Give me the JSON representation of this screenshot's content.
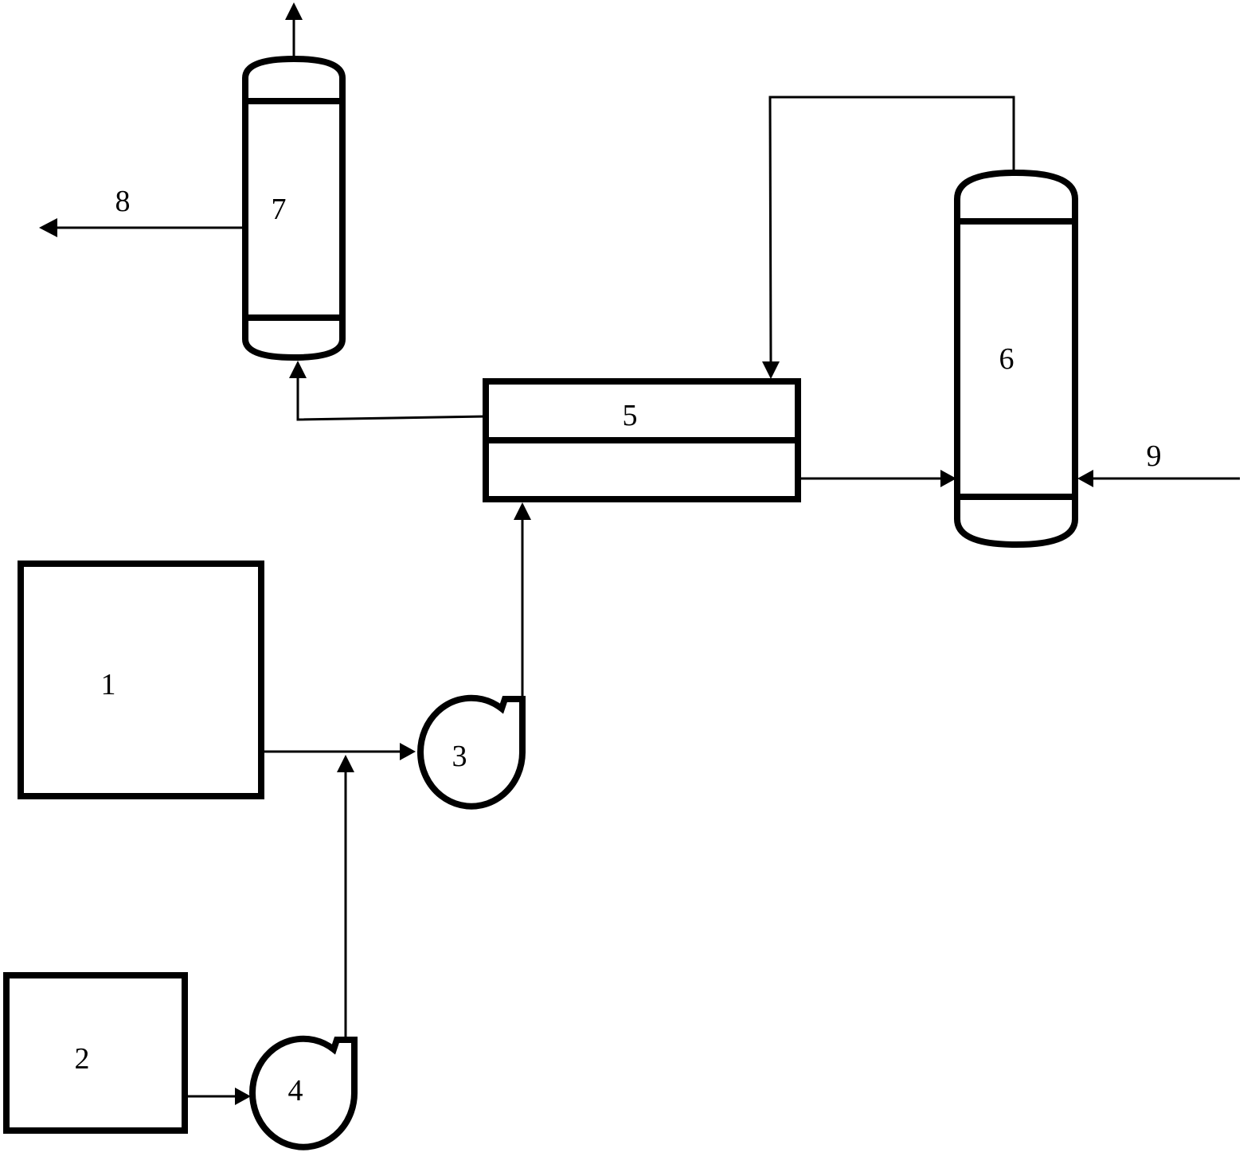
{
  "colors": {
    "stroke": "#000000",
    "background": "#ffffff"
  },
  "labels": {
    "unit_1": "1",
    "unit_2": "2",
    "unit_3": "3",
    "unit_4": "4",
    "unit_5": "5",
    "unit_6": "6",
    "unit_7": "7",
    "stream_8": "8",
    "stream_9": "9"
  }
}
